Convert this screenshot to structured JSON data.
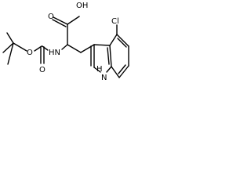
{
  "molecule": {
    "labels": {
      "carboxyl_oxygen": "O",
      "hydroxyl": "OH",
      "amide_nh": "HN",
      "carbamate_ester_oxygen": "O",
      "carbamate_carbonyl_oxygen": "O",
      "chlorine": "Cl",
      "indole_nh": "H",
      "indole_nitrogen": "N"
    },
    "bond_color": "#000000",
    "label_color": "#000000",
    "background": "#ffffff"
  }
}
